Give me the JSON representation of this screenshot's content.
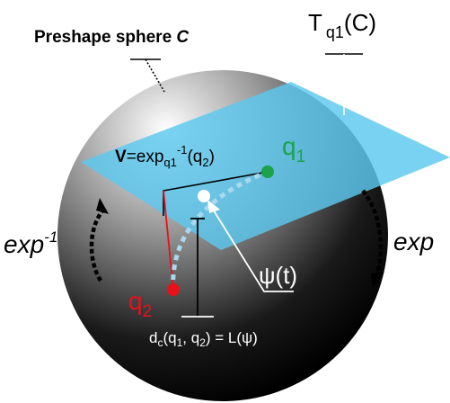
{
  "labels": {
    "preshape_sphere": "Preshape sphere ",
    "preshape_sphere_symbol": "C",
    "tangent_space": "T",
    "tangent_space_sub": "q1",
    "tangent_space_arg": "(C)",
    "vector_bold": "V",
    "vector_eq": "=exp",
    "vector_sub": "q1",
    "vector_sup": "-1",
    "vector_arg": "(q",
    "vector_arg_sub": "2",
    "vector_close": ")",
    "q1": "q",
    "q1_sub": "1",
    "q2": "q",
    "q2_sub": "2",
    "psi": "ψ(t)",
    "exp_inverse": "exp",
    "exp_inverse_sup": "-1",
    "exp": "exp",
    "distance_d": "d",
    "distance_d_sub": "c",
    "distance_args_1": "(q",
    "distance_args_1_sub": "1",
    "distance_args_2": ", q",
    "distance_args_2_sub": "2",
    "distance_rest": ") = L(ψ)"
  },
  "colors": {
    "tangent_plane": "#5bc8ee",
    "q1_point": "#1aa34a",
    "q2_point": "#e8101a",
    "q1_label": "#1aa34a",
    "q2_label": "#e8101a",
    "geodesic": "#a9d8f0",
    "sphere_light": "#ffffff",
    "sphere_dark": "#000000"
  }
}
